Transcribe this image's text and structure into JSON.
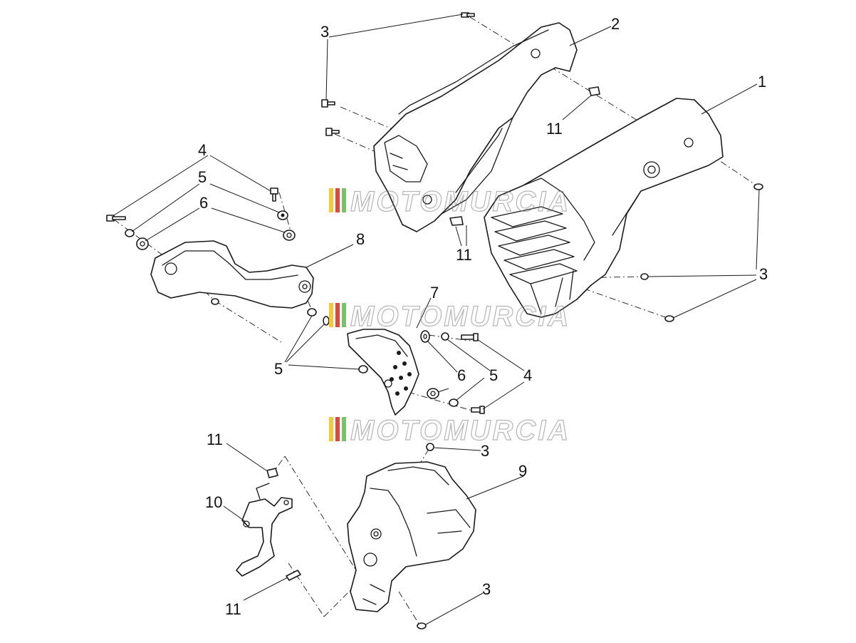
{
  "watermark": {
    "text": "MOTOMURCIA",
    "stripe_colors": [
      "#f3c93b",
      "#e0463a",
      "#79c16b"
    ]
  },
  "callouts": {
    "c1": "1",
    "c2": "2",
    "c3a": "3",
    "c3b": "3",
    "c3c": "3",
    "c3d": "3",
    "c4a": "4",
    "c4b": "4",
    "c5a": "5",
    "c5b": "5",
    "c5c": "5",
    "c6a": "6",
    "c6b": "6",
    "c7": "7",
    "c8": "8",
    "c9": "9",
    "c10": "10",
    "c11a": "11",
    "c11b": "11",
    "c11c": "11",
    "c11d": "11"
  }
}
